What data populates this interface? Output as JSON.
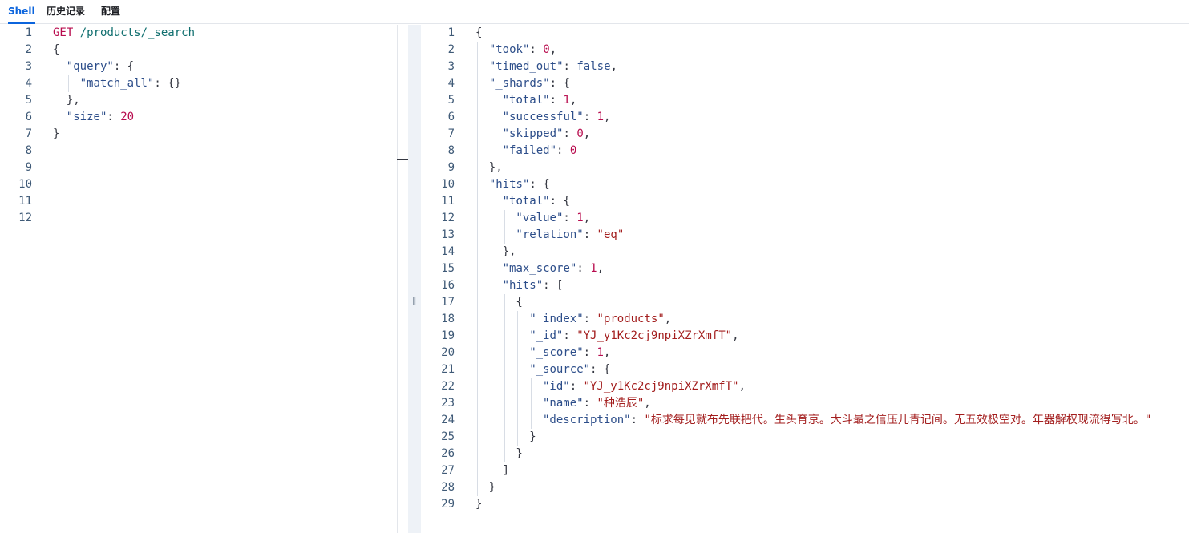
{
  "tabs": [
    {
      "label": "Shell",
      "active": true
    },
    {
      "label": "历史记录",
      "active": false
    },
    {
      "label": "配置",
      "active": false
    }
  ],
  "colors": {
    "accent": "#0b64dd",
    "key": "#2d4e8a",
    "string": "#a31e1e",
    "number": "#b80c4e",
    "path": "#0f6e6e"
  },
  "request_lines": [
    {
      "n": "1",
      "indent": 0,
      "tokens": [
        [
          "method",
          "GET"
        ],
        [
          "p",
          " "
        ],
        [
          "path",
          "/products/_search"
        ]
      ]
    },
    {
      "n": "2",
      "indent": 0,
      "tokens": [
        [
          "p",
          "{"
        ]
      ]
    },
    {
      "n": "3",
      "indent": 1,
      "tokens": [
        [
          "key",
          "\"query\""
        ],
        [
          "p",
          ": {"
        ]
      ]
    },
    {
      "n": "4",
      "indent": 2,
      "tokens": [
        [
          "key",
          "\"match_all\""
        ],
        [
          "p",
          ": {}"
        ]
      ]
    },
    {
      "n": "5",
      "indent": 1,
      "tokens": [
        [
          "p",
          "},"
        ]
      ]
    },
    {
      "n": "6",
      "indent": 1,
      "tokens": [
        [
          "key",
          "\"size\""
        ],
        [
          "p",
          ": "
        ],
        [
          "num",
          "20"
        ]
      ]
    },
    {
      "n": "7",
      "indent": 0,
      "tokens": [
        [
          "p",
          "}"
        ]
      ]
    },
    {
      "n": "8",
      "indent": 0,
      "tokens": []
    },
    {
      "n": "9",
      "indent": 0,
      "tokens": []
    },
    {
      "n": "10",
      "indent": 0,
      "tokens": []
    },
    {
      "n": "11",
      "indent": 0,
      "tokens": []
    },
    {
      "n": "12",
      "indent": 0,
      "tokens": []
    }
  ],
  "response_lines": [
    {
      "n": "1",
      "indent": 0,
      "tokens": [
        [
          "p",
          "{"
        ]
      ]
    },
    {
      "n": "2",
      "indent": 1,
      "tokens": [
        [
          "key",
          "\"took\""
        ],
        [
          "p",
          ": "
        ],
        [
          "num",
          "0"
        ],
        [
          "p",
          ","
        ]
      ]
    },
    {
      "n": "3",
      "indent": 1,
      "tokens": [
        [
          "key",
          "\"timed_out\""
        ],
        [
          "p",
          ": "
        ],
        [
          "kw",
          "false"
        ],
        [
          "p",
          ","
        ]
      ]
    },
    {
      "n": "4",
      "indent": 1,
      "tokens": [
        [
          "key",
          "\"_shards\""
        ],
        [
          "p",
          ": {"
        ]
      ]
    },
    {
      "n": "5",
      "indent": 2,
      "tokens": [
        [
          "key",
          "\"total\""
        ],
        [
          "p",
          ": "
        ],
        [
          "num",
          "1"
        ],
        [
          "p",
          ","
        ]
      ]
    },
    {
      "n": "6",
      "indent": 2,
      "tokens": [
        [
          "key",
          "\"successful\""
        ],
        [
          "p",
          ": "
        ],
        [
          "num",
          "1"
        ],
        [
          "p",
          ","
        ]
      ]
    },
    {
      "n": "7",
      "indent": 2,
      "tokens": [
        [
          "key",
          "\"skipped\""
        ],
        [
          "p",
          ": "
        ],
        [
          "num",
          "0"
        ],
        [
          "p",
          ","
        ]
      ]
    },
    {
      "n": "8",
      "indent": 2,
      "tokens": [
        [
          "key",
          "\"failed\""
        ],
        [
          "p",
          ": "
        ],
        [
          "num",
          "0"
        ]
      ]
    },
    {
      "n": "9",
      "indent": 1,
      "tokens": [
        [
          "p",
          "},"
        ]
      ]
    },
    {
      "n": "10",
      "indent": 1,
      "tokens": [
        [
          "key",
          "\"hits\""
        ],
        [
          "p",
          ": {"
        ]
      ]
    },
    {
      "n": "11",
      "indent": 2,
      "tokens": [
        [
          "key",
          "\"total\""
        ],
        [
          "p",
          ": {"
        ]
      ]
    },
    {
      "n": "12",
      "indent": 3,
      "tokens": [
        [
          "key",
          "\"value\""
        ],
        [
          "p",
          ": "
        ],
        [
          "num",
          "1"
        ],
        [
          "p",
          ","
        ]
      ]
    },
    {
      "n": "13",
      "indent": 3,
      "tokens": [
        [
          "key",
          "\"relation\""
        ],
        [
          "p",
          ": "
        ],
        [
          "str",
          "\"eq\""
        ]
      ]
    },
    {
      "n": "14",
      "indent": 2,
      "tokens": [
        [
          "p",
          "},"
        ]
      ]
    },
    {
      "n": "15",
      "indent": 2,
      "tokens": [
        [
          "key",
          "\"max_score\""
        ],
        [
          "p",
          ": "
        ],
        [
          "num",
          "1"
        ],
        [
          "p",
          ","
        ]
      ]
    },
    {
      "n": "16",
      "indent": 2,
      "tokens": [
        [
          "key",
          "\"hits\""
        ],
        [
          "p",
          ": ["
        ]
      ]
    },
    {
      "n": "17",
      "indent": 3,
      "tokens": [
        [
          "p",
          "{"
        ]
      ]
    },
    {
      "n": "18",
      "indent": 4,
      "tokens": [
        [
          "key",
          "\"_index\""
        ],
        [
          "p",
          ": "
        ],
        [
          "str",
          "\"products\""
        ],
        [
          "p",
          ","
        ]
      ]
    },
    {
      "n": "19",
      "indent": 4,
      "tokens": [
        [
          "key",
          "\"_id\""
        ],
        [
          "p",
          ": "
        ],
        [
          "str",
          "\"YJ_y1Kc2cj9npiXZrXmfT\""
        ],
        [
          "p",
          ","
        ]
      ]
    },
    {
      "n": "20",
      "indent": 4,
      "tokens": [
        [
          "key",
          "\"_score\""
        ],
        [
          "p",
          ": "
        ],
        [
          "num",
          "1"
        ],
        [
          "p",
          ","
        ]
      ]
    },
    {
      "n": "21",
      "indent": 4,
      "tokens": [
        [
          "key",
          "\"_source\""
        ],
        [
          "p",
          ": {"
        ]
      ]
    },
    {
      "n": "22",
      "indent": 5,
      "tokens": [
        [
          "key",
          "\"id\""
        ],
        [
          "p",
          ": "
        ],
        [
          "str",
          "\"YJ_y1Kc2cj9npiXZrXmfT\""
        ],
        [
          "p",
          ","
        ]
      ]
    },
    {
      "n": "23",
      "indent": 5,
      "tokens": [
        [
          "key",
          "\"name\""
        ],
        [
          "p",
          ": "
        ],
        [
          "str",
          "\"种浩辰\""
        ],
        [
          "p",
          ","
        ]
      ]
    },
    {
      "n": "24",
      "indent": 5,
      "tokens": [
        [
          "key",
          "\"description\""
        ],
        [
          "p",
          ": "
        ],
        [
          "str",
          "\"标求每见就布先联把代。生头育京。大斗最之信压儿青记间。无五效极空对。年器解权现流得写北。\""
        ]
      ]
    },
    {
      "n": "25",
      "indent": 4,
      "tokens": [
        [
          "p",
          "}"
        ]
      ]
    },
    {
      "n": "26",
      "indent": 3,
      "tokens": [
        [
          "p",
          "}"
        ]
      ]
    },
    {
      "n": "27",
      "indent": 2,
      "tokens": [
        [
          "p",
          "]"
        ]
      ]
    },
    {
      "n": "28",
      "indent": 1,
      "tokens": [
        [
          "p",
          "}"
        ]
      ]
    },
    {
      "n": "29",
      "indent": 0,
      "tokens": [
        [
          "p",
          "}"
        ]
      ]
    }
  ],
  "resizer": {
    "handle_glyph": "‖"
  }
}
